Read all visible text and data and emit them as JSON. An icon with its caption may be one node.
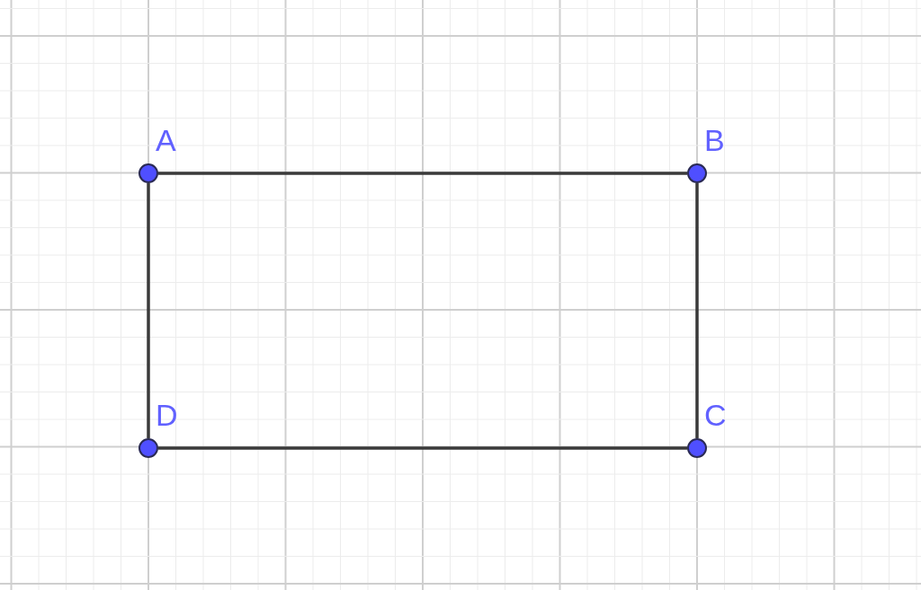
{
  "diagram": {
    "nodes": [
      {
        "text": [
          "A"
        ]
      },
      {
        "text": [
          "B"
        ]
      },
      {
        "text": [
          "D"
        ]
      },
      {
        "text": [
          "C"
        ]
      }
    ],
    "edges": [
      {
        "from": 0,
        "to": 1,
        "arrow": "none"
      },
      {
        "from": 1,
        "to": 3,
        "arrow": "none"
      },
      {
        "from": 3,
        "to": 2,
        "arrow": "none"
      },
      {
        "from": 2,
        "to": 0,
        "arrow": "none"
      }
    ]
  }
}
